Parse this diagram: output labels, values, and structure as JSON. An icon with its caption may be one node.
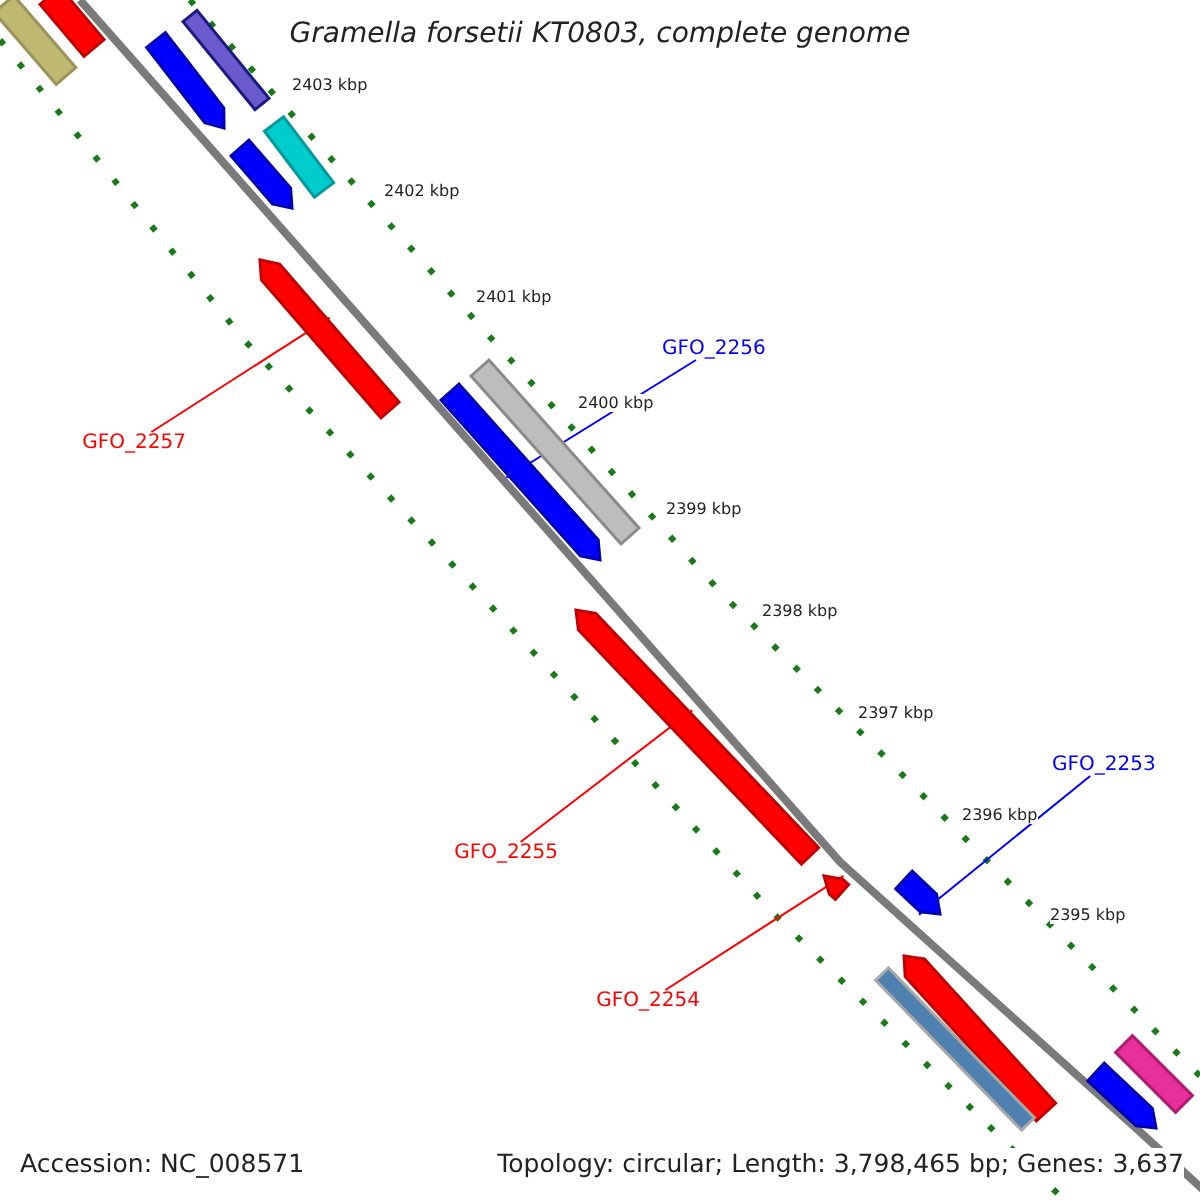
{
  "diagram": {
    "title": "Gramella forsetii KT0803, complete genome",
    "nodes": [
      {
        "text": [],
        "shape": "bar"
      },
      {
        "text": [],
        "shape": "bar"
      },
      {
        "text": [],
        "shape": "bar"
      },
      {
        "text": [],
        "shape": "bar"
      },
      {
        "text": [],
        "shape": "bar"
      },
      {
        "text": [],
        "shape": "bar"
      },
      {
        "text": [],
        "shape": "bar"
      },
      {
        "text": [
          "GFO_2256"
        ]
      },
      {
        "text": [],
        "shape": "bar"
      },
      {
        "text": [],
        "shape": "bar"
      },
      {
        "text": [
          "GFO_2257"
        ]
      },
      {
        "text": [],
        "shape": "bar"
      },
      {
        "text": [
          "GFO_2253"
        ]
      },
      {
        "text": [
          "GFO_2255"
        ]
      },
      {
        "text": [],
        "shape": "bar"
      },
      {
        "text": [],
        "shape": "bar"
      },
      {
        "text": [],
        "shape": "bar"
      },
      {
        "text": [],
        "shape": "bar"
      },
      {
        "text": [
          "GFO_2254"
        ]
      },
      {
        "text": [],
        "shape": "bar"
      },
      {
        "text": [],
        "shape": "bar"
      }
    ],
    "edges": [
      {
        "from": 7,
        "to": 9,
        "arrow": "none",
        "color": "#0000ff"
      },
      {
        "from": 10,
        "to": 6,
        "arrow": "none",
        "color": "#ff0000"
      },
      {
        "from": 12,
        "to": 15,
        "arrow": "none",
        "color": "#0000ff"
      },
      {
        "from": 13,
        "to": 11,
        "arrow": "none",
        "color": "#ff0000"
      },
      {
        "from": 18,
        "to": 14,
        "arrow": "none",
        "color": "#ff0000"
      }
    ],
    "labels": [
      "2403 kbp",
      "2402 kbp",
      "2401 kbp",
      "2400 kbp",
      "2399 kbp",
      "2398 kbp",
      "2397 kbp",
      "2396 kbp",
      "2395 kbp",
      "Accession: NC_008571",
      "Topology: circular; Length: 3,798,465 bp; Genes: 3,637"
    ]
  }
}
